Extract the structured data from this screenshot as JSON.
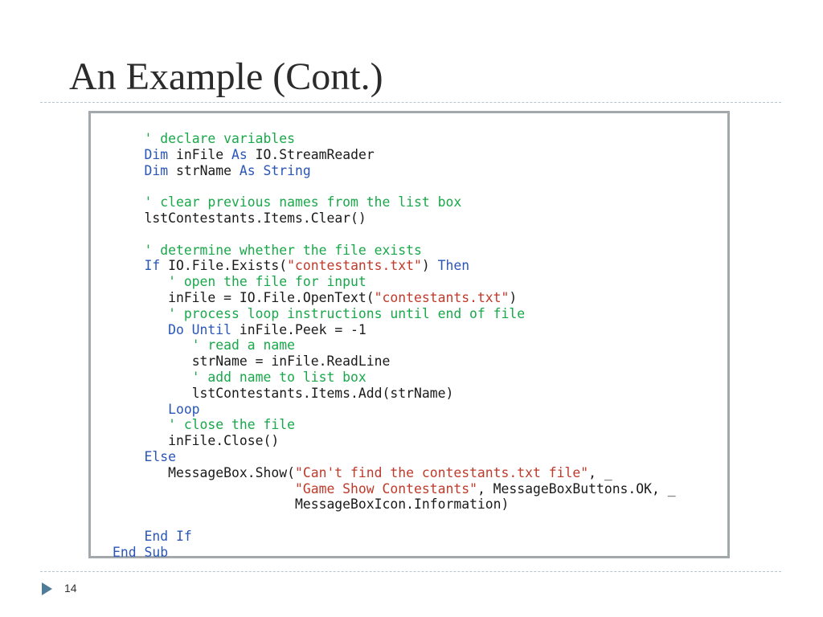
{
  "slide": {
    "title": "An Example (Cont.)",
    "page_number": "14"
  },
  "colors": {
    "comment": "#19a84a",
    "keyword": "#2a56b8",
    "string": "#c03a2b",
    "text": "#1a1a1a",
    "box_border": "#a3a8ad",
    "divider": "#b8c4cc",
    "bullet": "#4f7c98"
  },
  "icons": {
    "bullet": "triangle-right-icon"
  },
  "code": {
    "language": "Visual Basic",
    "lines": [
      {
        "indent": "    ",
        "tokens": [
          {
            "type": "c",
            "text": "' declare variables"
          }
        ]
      },
      {
        "indent": "    ",
        "tokens": [
          {
            "type": "k",
            "text": "Dim"
          },
          {
            "type": "t",
            "text": " inFile "
          },
          {
            "type": "k",
            "text": "As"
          },
          {
            "type": "t",
            "text": " IO.StreamReader"
          }
        ]
      },
      {
        "indent": "    ",
        "tokens": [
          {
            "type": "k",
            "text": "Dim"
          },
          {
            "type": "t",
            "text": " strName "
          },
          {
            "type": "k",
            "text": "As"
          },
          {
            "type": "t",
            "text": " "
          },
          {
            "type": "k",
            "text": "String"
          }
        ]
      },
      {
        "indent": "",
        "tokens": []
      },
      {
        "indent": "    ",
        "tokens": [
          {
            "type": "c",
            "text": "' clear previous names from the list box"
          }
        ]
      },
      {
        "indent": "    ",
        "tokens": [
          {
            "type": "t",
            "text": "lstContestants.Items.Clear()"
          }
        ]
      },
      {
        "indent": "",
        "tokens": []
      },
      {
        "indent": "    ",
        "tokens": [
          {
            "type": "c",
            "text": "' determine whether the file exists"
          }
        ]
      },
      {
        "indent": "    ",
        "tokens": [
          {
            "type": "k",
            "text": "If"
          },
          {
            "type": "t",
            "text": " IO.File.Exists("
          },
          {
            "type": "s",
            "text": "\"contestants.txt\""
          },
          {
            "type": "t",
            "text": ") "
          },
          {
            "type": "k",
            "text": "Then"
          }
        ]
      },
      {
        "indent": "       ",
        "tokens": [
          {
            "type": "c",
            "text": "' open the file for input"
          }
        ]
      },
      {
        "indent": "       ",
        "tokens": [
          {
            "type": "t",
            "text": "inFile = IO.File.OpenText("
          },
          {
            "type": "s",
            "text": "\"contestants.txt\""
          },
          {
            "type": "t",
            "text": ")"
          }
        ]
      },
      {
        "indent": "       ",
        "tokens": [
          {
            "type": "c",
            "text": "' process loop instructions until end of file"
          }
        ]
      },
      {
        "indent": "       ",
        "tokens": [
          {
            "type": "k",
            "text": "Do Until"
          },
          {
            "type": "t",
            "text": " inFile.Peek = -1"
          }
        ]
      },
      {
        "indent": "          ",
        "tokens": [
          {
            "type": "c",
            "text": "' read a name"
          }
        ]
      },
      {
        "indent": "          ",
        "tokens": [
          {
            "type": "t",
            "text": "strName = inFile.ReadLine"
          }
        ]
      },
      {
        "indent": "          ",
        "tokens": [
          {
            "type": "c",
            "text": "' add name to list box"
          }
        ]
      },
      {
        "indent": "          ",
        "tokens": [
          {
            "type": "t",
            "text": "lstContestants.Items.Add(strName)"
          }
        ]
      },
      {
        "indent": "       ",
        "tokens": [
          {
            "type": "k",
            "text": "Loop"
          }
        ]
      },
      {
        "indent": "       ",
        "tokens": [
          {
            "type": "c",
            "text": "' close the file"
          }
        ]
      },
      {
        "indent": "       ",
        "tokens": [
          {
            "type": "t",
            "text": "inFile.Close()"
          }
        ]
      },
      {
        "indent": "    ",
        "tokens": [
          {
            "type": "k",
            "text": "Else"
          }
        ]
      },
      {
        "indent": "       ",
        "tokens": [
          {
            "type": "t",
            "text": "MessageBox.Show("
          },
          {
            "type": "s",
            "text": "\"Can't find the contestants.txt file\""
          },
          {
            "type": "t",
            "text": ", _"
          }
        ]
      },
      {
        "indent": "                       ",
        "tokens": [
          {
            "type": "s",
            "text": "\"Game Show Contestants\""
          },
          {
            "type": "t",
            "text": ", MessageBoxButtons.OK, _"
          }
        ]
      },
      {
        "indent": "                       ",
        "tokens": [
          {
            "type": "t",
            "text": "MessageBoxIcon.Information)"
          }
        ]
      },
      {
        "indent": "",
        "tokens": []
      },
      {
        "indent": "    ",
        "tokens": [
          {
            "type": "k",
            "text": "End If"
          }
        ]
      },
      {
        "indent": "",
        "tokens": [
          {
            "type": "k",
            "text": "End Sub"
          }
        ]
      }
    ]
  }
}
